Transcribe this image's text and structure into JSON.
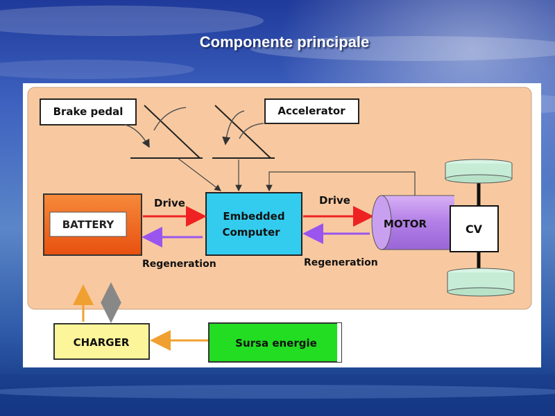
{
  "slide": {
    "title": "Componente principale"
  },
  "diagram": {
    "brake_pedal": "Brake pedal",
    "accelerator": "Accelerator",
    "battery": "BATTERY",
    "embedded_computer_line1": "Embedded",
    "embedded_computer_line2": "Computer",
    "motor": "MOTOR",
    "cv": "CV",
    "charger": "CHARGER",
    "energy_source": "Sursa energie",
    "drive_left": "Drive",
    "drive_right": "Drive",
    "regeneration_left": "Regeneration",
    "regeneration_right": "Regeneration"
  },
  "colors": {
    "panel": "#f8c9a0",
    "battery_fill": "#f26a1b",
    "computer_fill": "#33ccee",
    "motor_fill": "#c08fe8",
    "wheel_fill": "#c6ecd6",
    "charger_fill": "#fdf59a",
    "energy_fill": "#22dd22",
    "drive_arrow": "#ee2222",
    "regen_arrow": "#9955ee",
    "charge_arrow": "#f0a030",
    "return_arrow": "#888888"
  }
}
